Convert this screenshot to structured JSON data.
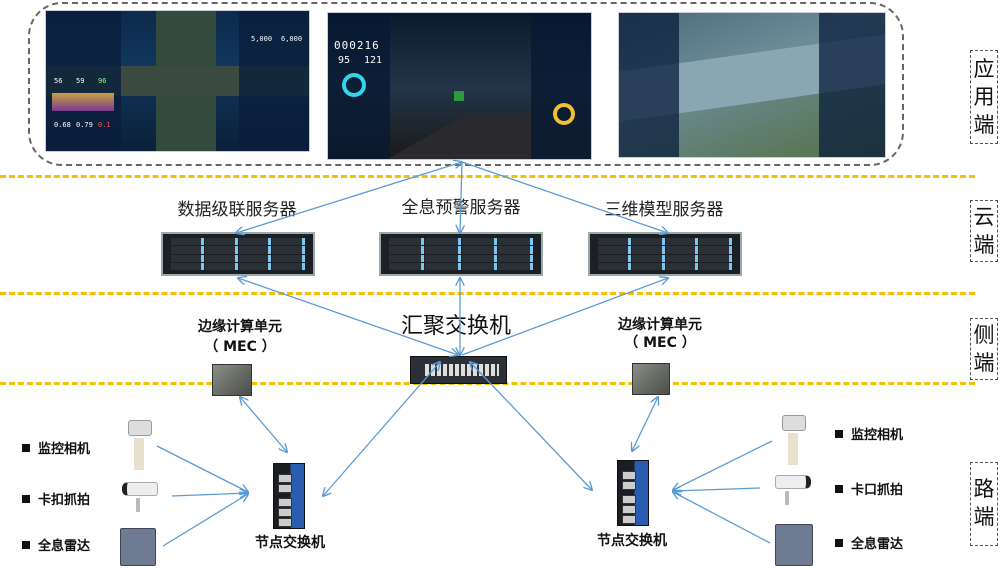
{
  "layers": {
    "app": "应用端",
    "cloud": "云端",
    "edge": "侧端",
    "road": "路端"
  },
  "app_panels": [
    {
      "name": "intersection-dashboard",
      "values": [
        "56",
        "59",
        "96",
        "0.68",
        "0.79",
        "0.1",
        "5,000",
        "6,000"
      ]
    },
    {
      "name": "tunnel-dashboard",
      "counter": "000216",
      "values": [
        "95",
        "121"
      ]
    },
    {
      "name": "river-map-dashboard"
    }
  ],
  "cloud": {
    "servers": [
      "数据级联服务器",
      "全息预警服务器",
      "三维模型服务器"
    ]
  },
  "edge": {
    "aggregation_switch": "汇聚交换机",
    "mec_left": {
      "line1": "边缘计算单元",
      "line2": "（ MEC ）"
    },
    "mec_right": {
      "line1": "边缘计算单元",
      "line2": "（ MEC ）"
    }
  },
  "road": {
    "left_devices": [
      "监控相机",
      "卡扣抓拍",
      "全息雷达"
    ],
    "right_devices": [
      "监控相机",
      "卡口抓拍",
      "全息雷达"
    ],
    "node_switch_left": "节点交换机",
    "node_switch_right": "节点交换机"
  },
  "colors": {
    "link": "#5b9bd5",
    "divider": "#f5c000"
  }
}
